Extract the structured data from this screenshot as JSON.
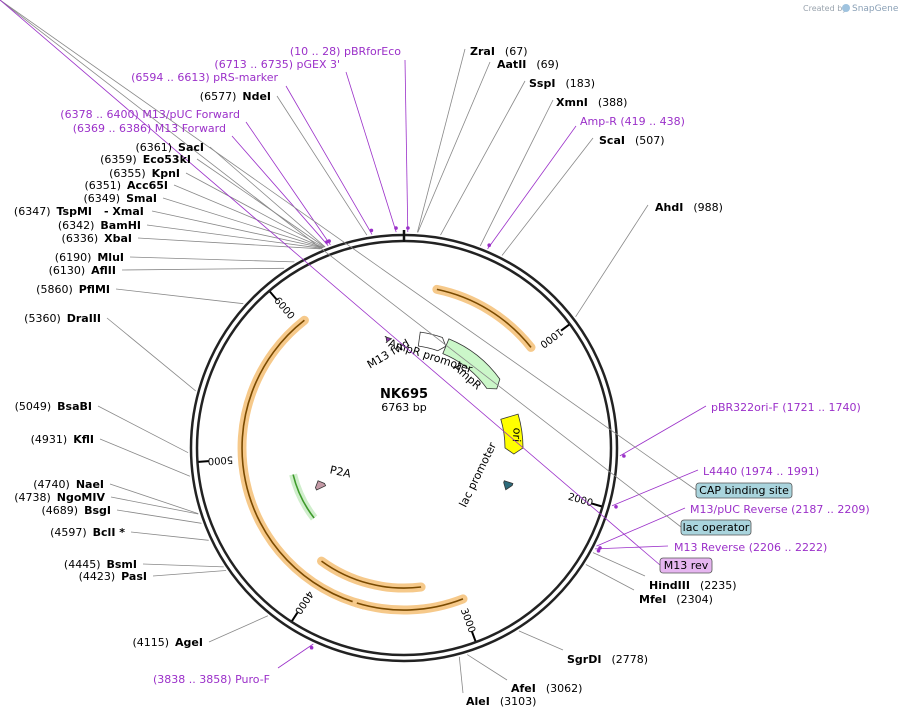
{
  "brand": {
    "created_by": "Created by",
    "app": "SnapGene"
  },
  "plasmid": {
    "name": "NK695",
    "size_text": "6763 bp",
    "length": 6763
  },
  "ruler_ticks": [
    {
      "pos": 1000,
      "label": "1000"
    },
    {
      "pos": 2000,
      "label": "2000"
    },
    {
      "pos": 3000,
      "label": "3000"
    },
    {
      "pos": 4000,
      "label": "4000"
    },
    {
      "pos": 5000,
      "label": "5000"
    },
    {
      "pos": 6000,
      "label": "6000"
    }
  ],
  "right_sites": [
    {
      "name": "ZraI",
      "pos_text": "(67)",
      "pos": 67
    },
    {
      "name": "AatII",
      "pos_text": "(69)",
      "pos": 69
    },
    {
      "name": "SspI",
      "pos_text": "(183)",
      "pos": 183
    },
    {
      "name": "XmnI",
      "pos_text": "(388)",
      "pos": 388
    },
    {
      "name": "ScaI",
      "pos_text": "(507)",
      "pos": 507
    },
    {
      "name": "AhdI",
      "pos_text": "(988)",
      "pos": 988
    },
    {
      "name": "HindIII",
      "pos_text": "(2235)",
      "pos": 2235
    },
    {
      "name": "MfeI",
      "pos_text": "(2304)",
      "pos": 2304
    },
    {
      "name": "SgrDI",
      "pos_text": "(2778)",
      "pos": 2778
    },
    {
      "name": "AfeI",
      "pos_text": "(3062)",
      "pos": 3062
    },
    {
      "name": "AleI",
      "pos_text": "(3103)",
      "pos": 3103
    }
  ],
  "left_sites": [
    {
      "name": "NdeI",
      "pos_text": "(6577)",
      "pos": 6577
    },
    {
      "name": "SacI",
      "pos_text": "(6361)",
      "pos": 6361
    },
    {
      "name": "Eco53kI",
      "pos_text": "(6359)",
      "pos": 6359
    },
    {
      "name": "KpnI",
      "pos_text": "(6355)",
      "pos": 6355
    },
    {
      "name": "Acc65I",
      "pos_text": "(6351)",
      "pos": 6351
    },
    {
      "name": "SmaI",
      "pos_text": "(6349)",
      "pos": 6349
    },
    {
      "name": "TspMI",
      "pos_text": "(6347)",
      "pos": 6347,
      "extra": "- XmaI"
    },
    {
      "name": "BamHI",
      "pos_text": "(6342)",
      "pos": 6342
    },
    {
      "name": "XbaI",
      "pos_text": "(6336)",
      "pos": 6336
    },
    {
      "name": "MluI",
      "pos_text": "(6190)",
      "pos": 6190
    },
    {
      "name": "AflII",
      "pos_text": "(6130)",
      "pos": 6130
    },
    {
      "name": "PflMI",
      "pos_text": "(5860)",
      "pos": 5860
    },
    {
      "name": "DraIII",
      "pos_text": "(5360)",
      "pos": 5360
    },
    {
      "name": "BsaBI",
      "pos_text": "(5049)",
      "pos": 5049
    },
    {
      "name": "KflI",
      "pos_text": "(4931)",
      "pos": 4931
    },
    {
      "name": "NaeI",
      "pos_text": "(4740)",
      "pos": 4740
    },
    {
      "name": "NgoMIV",
      "pos_text": "(4738)",
      "pos": 4738
    },
    {
      "name": "BsgI",
      "pos_text": "(4689)",
      "pos": 4689
    },
    {
      "name": "BclI *",
      "pos_text": "(4597)",
      "pos": 4597
    },
    {
      "name": "BsmI",
      "pos_text": "(4445)",
      "pos": 4445
    },
    {
      "name": "PasI",
      "pos_text": "(4423)",
      "pos": 4423
    },
    {
      "name": "AgeI",
      "pos_text": "(4115)",
      "pos": 4115
    }
  ],
  "primers": [
    {
      "name": "pBRforEco",
      "range": "(10 .. 28)",
      "pos": 19
    },
    {
      "name": "pGEX 3'",
      "range": "(6713 .. 6735)",
      "pos": 6724
    },
    {
      "name": "pRS-marker",
      "range": "(6594 .. 6613)",
      "pos": 6603
    },
    {
      "name": "M13/pUC Forward",
      "range": "(6378 .. 6400)",
      "pos": 6389
    },
    {
      "name": "M13 Forward",
      "range": "(6369 .. 6386)",
      "pos": 6377
    },
    {
      "name": "Amp-R",
      "range": "(419 .. 438)",
      "pos": 428
    },
    {
      "name": "pBR322ori-F",
      "range": "(1721 .. 1740)",
      "pos": 1730
    },
    {
      "name": "L4440",
      "range": "(1974 .. 1991)",
      "pos": 1982
    },
    {
      "name": "M13/pUC Reverse",
      "range": "(2187 .. 2209)",
      "pos": 2198
    },
    {
      "name": "M13 Reverse",
      "range": "(2206 .. 2222)",
      "pos": 2214
    },
    {
      "name": "Puro-F",
      "range": "(3838 .. 3858)",
      "pos": 3848
    }
  ],
  "boxed_features": [
    {
      "name": "CAP binding site",
      "fill": "#a9d4dd"
    },
    {
      "name": "lac operator",
      "fill": "#a9d4dd"
    },
    {
      "name": "M13 rev",
      "fill": "#e6b6f0"
    }
  ],
  "features": [
    {
      "name": "AmpR promoter",
      "color": "#ffffff"
    },
    {
      "name": "AmpR",
      "color": "#cbf7c9"
    },
    {
      "name": "ori",
      "color": "#ffff00"
    },
    {
      "name": "lac promoter",
      "color": "#2d6a7a"
    },
    {
      "name": "M13 fwd",
      "color": "#8b2fa8"
    },
    {
      "name": "P2A",
      "color": "#c49aa6"
    }
  ],
  "colors": {
    "orf": "#f6c98a",
    "orf_line": "#7a4a00",
    "primer": "#9b30c9",
    "backbone": "#222222",
    "green_arc": "#3d9a2a"
  }
}
